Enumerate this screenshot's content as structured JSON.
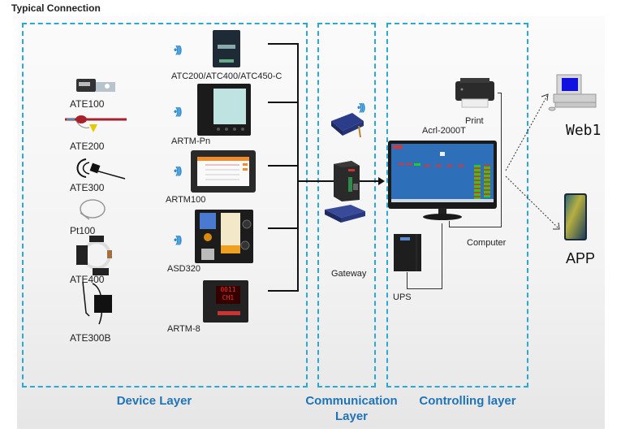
{
  "title": "Typical Connection",
  "layers": {
    "device": "Device Layer",
    "communication": "Communication Layer",
    "communication_line1": "Communication",
    "communication_line2": "Layer",
    "controlling": "Controlling layer"
  },
  "sensors": [
    {
      "label": "ATE100",
      "icon": "sensor-box-icon"
    },
    {
      "label": "ATE200",
      "icon": "probe-icon"
    },
    {
      "label": "ATE300",
      "icon": "cable-sensor-icon"
    },
    {
      "label": "Pt100",
      "icon": "rtd-cable-icon"
    },
    {
      "label": "ATE400",
      "icon": "clamp-sensor-icon"
    },
    {
      "label": "ATE300B",
      "icon": "cable-sensor-icon"
    }
  ],
  "devices": [
    {
      "label": "ATC200/ATC400/ATC450-C",
      "icon": "transceiver-icon"
    },
    {
      "label": "ARTM-Pn",
      "icon": "panel-meter-icon"
    },
    {
      "label": "ARTM100",
      "icon": "touch-panel-icon"
    },
    {
      "label": "ASD320",
      "icon": "switchgear-controller-icon"
    },
    {
      "label": "ARTM-8",
      "icon": "led-meter-icon"
    }
  ],
  "led_display": {
    "line1": "0011",
    "line2": "CH1"
  },
  "gateway": {
    "label": "Gateway"
  },
  "controlling": {
    "software": "Acrl-2000T",
    "computer": "Computer",
    "printer": "Print",
    "ups": "UPS"
  },
  "clients": {
    "web": "Web1",
    "app": "APP"
  },
  "colors": {
    "dashed_border": "#29a9d6",
    "layer_label": "#1f74b8",
    "wireless": "#2a8ad0",
    "screen_blue": "#2d6fb8"
  }
}
